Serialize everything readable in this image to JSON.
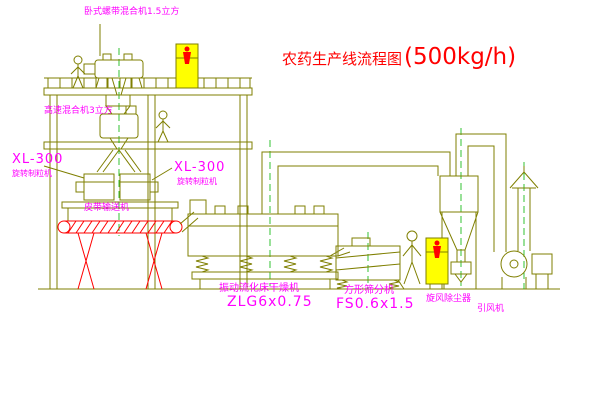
{
  "title": {
    "prefix": "农药生产线流程图",
    "capacity": "(500kg/h)"
  },
  "labels": {
    "ribbon_mixer": "卧式螺带混合机1.5立方",
    "high_speed_mixer": "高速混合机3立方",
    "granulator_left_model": "XL-300",
    "granulator_left_name": "旋转制粒机",
    "granulator_right_model": "XL-300",
    "granulator_right_name": "旋转制粒机",
    "belt_conveyor": "皮带输送机",
    "fluid_bed_dryer_name": "振动流化床干燥机",
    "fluid_bed_dryer_model": "ZLG6x0.75",
    "square_sieve_name": "方形筛分机",
    "square_sieve_model": "FS0.6x1.5",
    "cyclone_dust_collector": "旋风除尘器",
    "induced_draft_fan": "引风机"
  },
  "colors": {
    "line_olive": "#7F7F00",
    "label_magenta": "#FF00FF",
    "title_red": "#FF0000",
    "cabinet_yellow": "#FFFF00",
    "centerline_green": "#00B400",
    "background": "#FFFFFF"
  }
}
